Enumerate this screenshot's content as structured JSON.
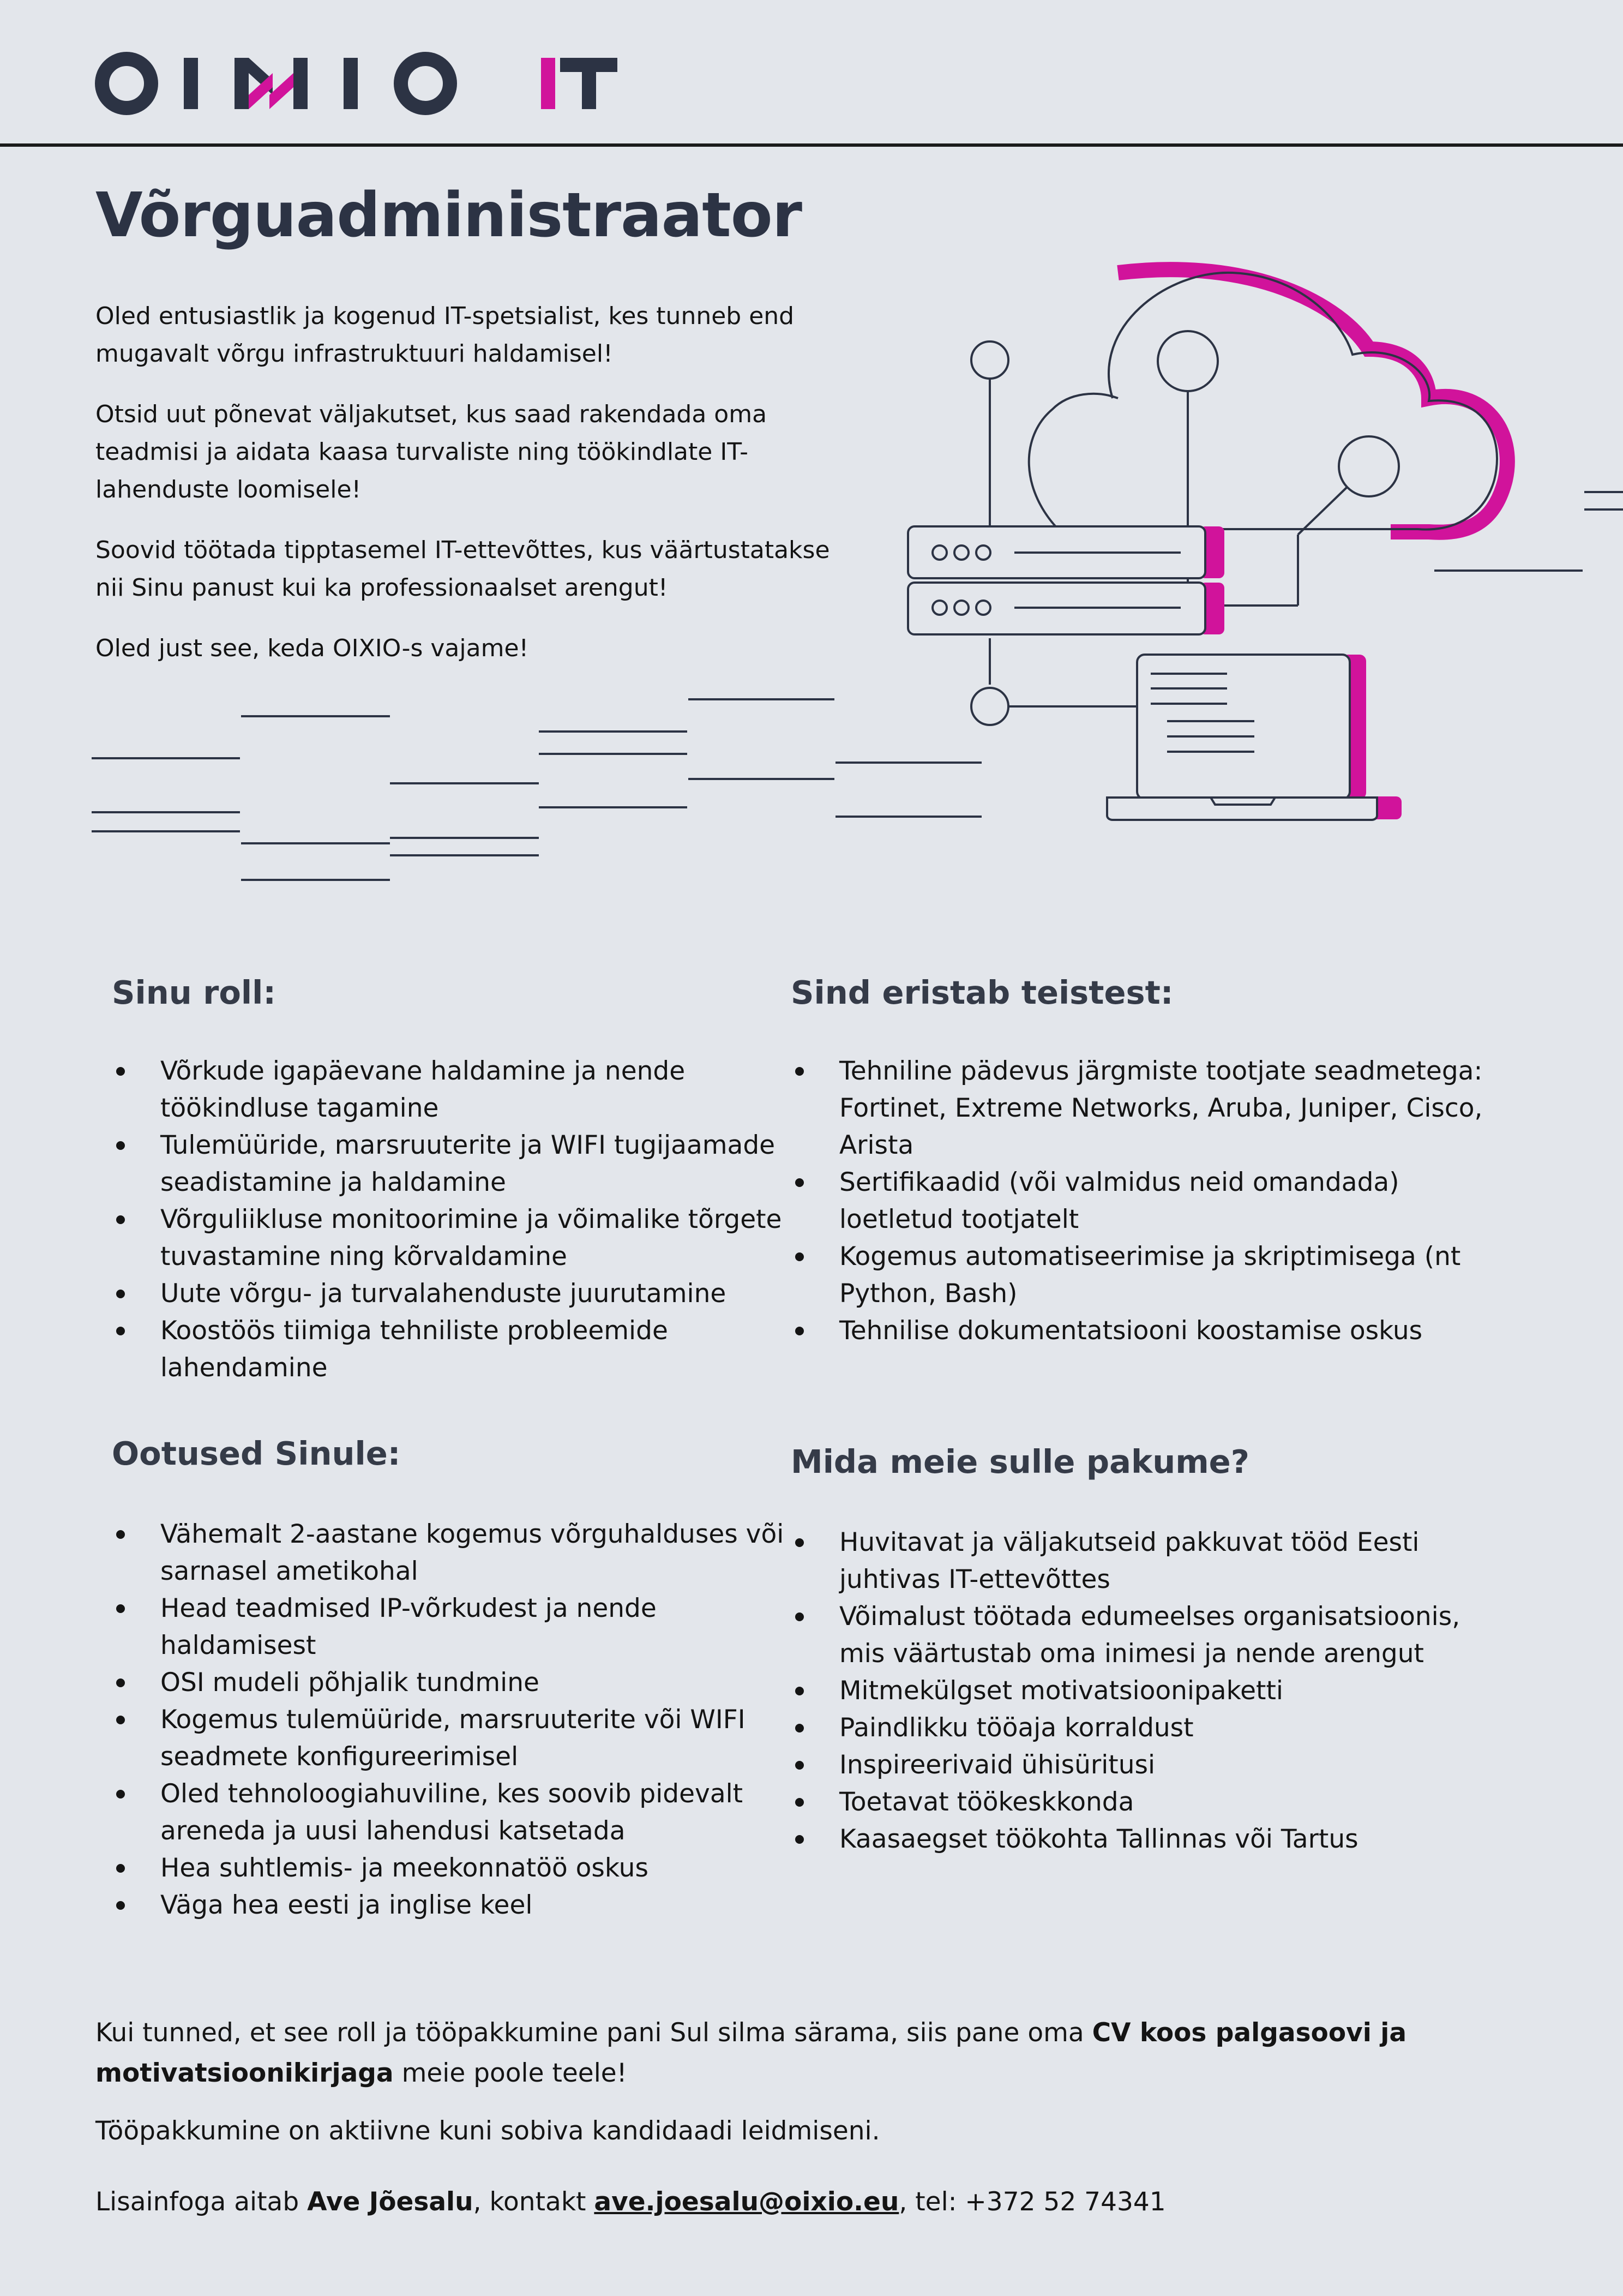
{
  "brand": {
    "logo_text": "OIXIO IT",
    "colors": {
      "dark": "#2c3344",
      "accent": "#d1139b",
      "background": "#e3e6eb"
    }
  },
  "title": "Võrguadministraator",
  "intro": [
    "Oled entusiastlik ja kogenud IT-spetsialist, kes tunneb end mugavalt võrgu infrastruktuuri haldamisel!",
    "Otsid uut põnevat väljakutset, kus saad rakendada oma teadmisi ja aidata kaasa turvaliste ning töökindlate IT-lahenduste loomisele!",
    "Soovid töötada tipptasemel IT-ettevõttes, kus väärtustatakse nii Sinu panust kui ka professionaalset arengut!",
    "Oled just see, keda OIXIO-s vajame!"
  ],
  "illustration": {
    "icons": [
      "cloud-icon",
      "server-icon",
      "laptop-icon"
    ]
  },
  "sections": {
    "role": {
      "heading": "Sinu roll:",
      "items": [
        "Võrkude igapäevane haldamine ja nende töökindluse tagamine",
        "Tulemüüride, marsruuterite ja WIFI tugijaamade seadistamine ja haldamine",
        "Võrguliikluse monitoorimine ja võimalike tõrgete tuvastamine ning kõrvaldamine",
        "Uute võrgu- ja turvalahenduste juurutamine",
        "Koostöös tiimiga tehniliste probleemide lahendamine"
      ]
    },
    "expectations": {
      "heading": "Ootused Sinule:",
      "items": [
        "Vähemalt 2-aastane kogemus võrguhalduses või sarnasel ametikohal",
        "Head  teadmised IP-võrkudest ja nende haldamisest",
        "OSI mudeli põhjalik tundmine",
        "Kogemus tulemüüride, marsruuterite või WIFI seadmete konfigureerimisel",
        "Oled tehnoloogiahuviline, kes soovib pidevalt areneda ja uusi lahendusi katsetada",
        "Hea suhtlemis- ja meekonnatöö oskus",
        "Väga hea eesti ja inglise keel"
      ]
    },
    "distinguish": {
      "heading": "Sind eristab teistest:",
      "items": [
        "Tehniline pädevus järgmiste tootjate seadmetega: Fortinet, Extreme Networks, Aruba, Juniper, Cisco, Arista",
        "Sertifikaadid (või valmidus neid omandada) loetletud tootjatelt",
        "Kogemus automatiseerimise ja skriptimisega (nt Python, Bash)",
        "Tehnilise dokumentatsiooni koostamise oskus"
      ]
    },
    "offer": {
      "heading": "Mida meie sulle pakume?",
      "items": [
        "Huvitavat ja väljakutseid pakkuvat tööd Eesti juhtivas IT-ettevõttes",
        "Võimalust töötada edumeelses organisatsioonis, mis väärtustab oma inimesi ja nende arengut",
        "Mitmekülgset motivatsioonipaketti",
        "Paindlikku tööaja korraldust",
        "Inspireerivaid ühisüritusi",
        "Toetavat töökeskkonda",
        "Kaasaegset töökohta Tallinnas või Tartus"
      ]
    }
  },
  "footer": {
    "apply_pre": "Kui tunned, et see roll ja tööpakkumine pani Sul silma särama, siis pane oma ",
    "apply_bold": "CV koos palgasoovi ja motivatsioonikirjaga",
    "apply_post": " meie poole teele!",
    "deadline": "Tööpakkumine on aktiivne kuni sobiva kandidaadi leidmiseni.",
    "contact_pre": "Lisainfoga aitab ",
    "contact_name": "Ave Jõesalu",
    "contact_mid": ", kontakt ",
    "contact_email": "ave.joesalu@oixio.eu",
    "contact_tel_label": ", tel:  ",
    "contact_phone": "+372 52 74341"
  }
}
